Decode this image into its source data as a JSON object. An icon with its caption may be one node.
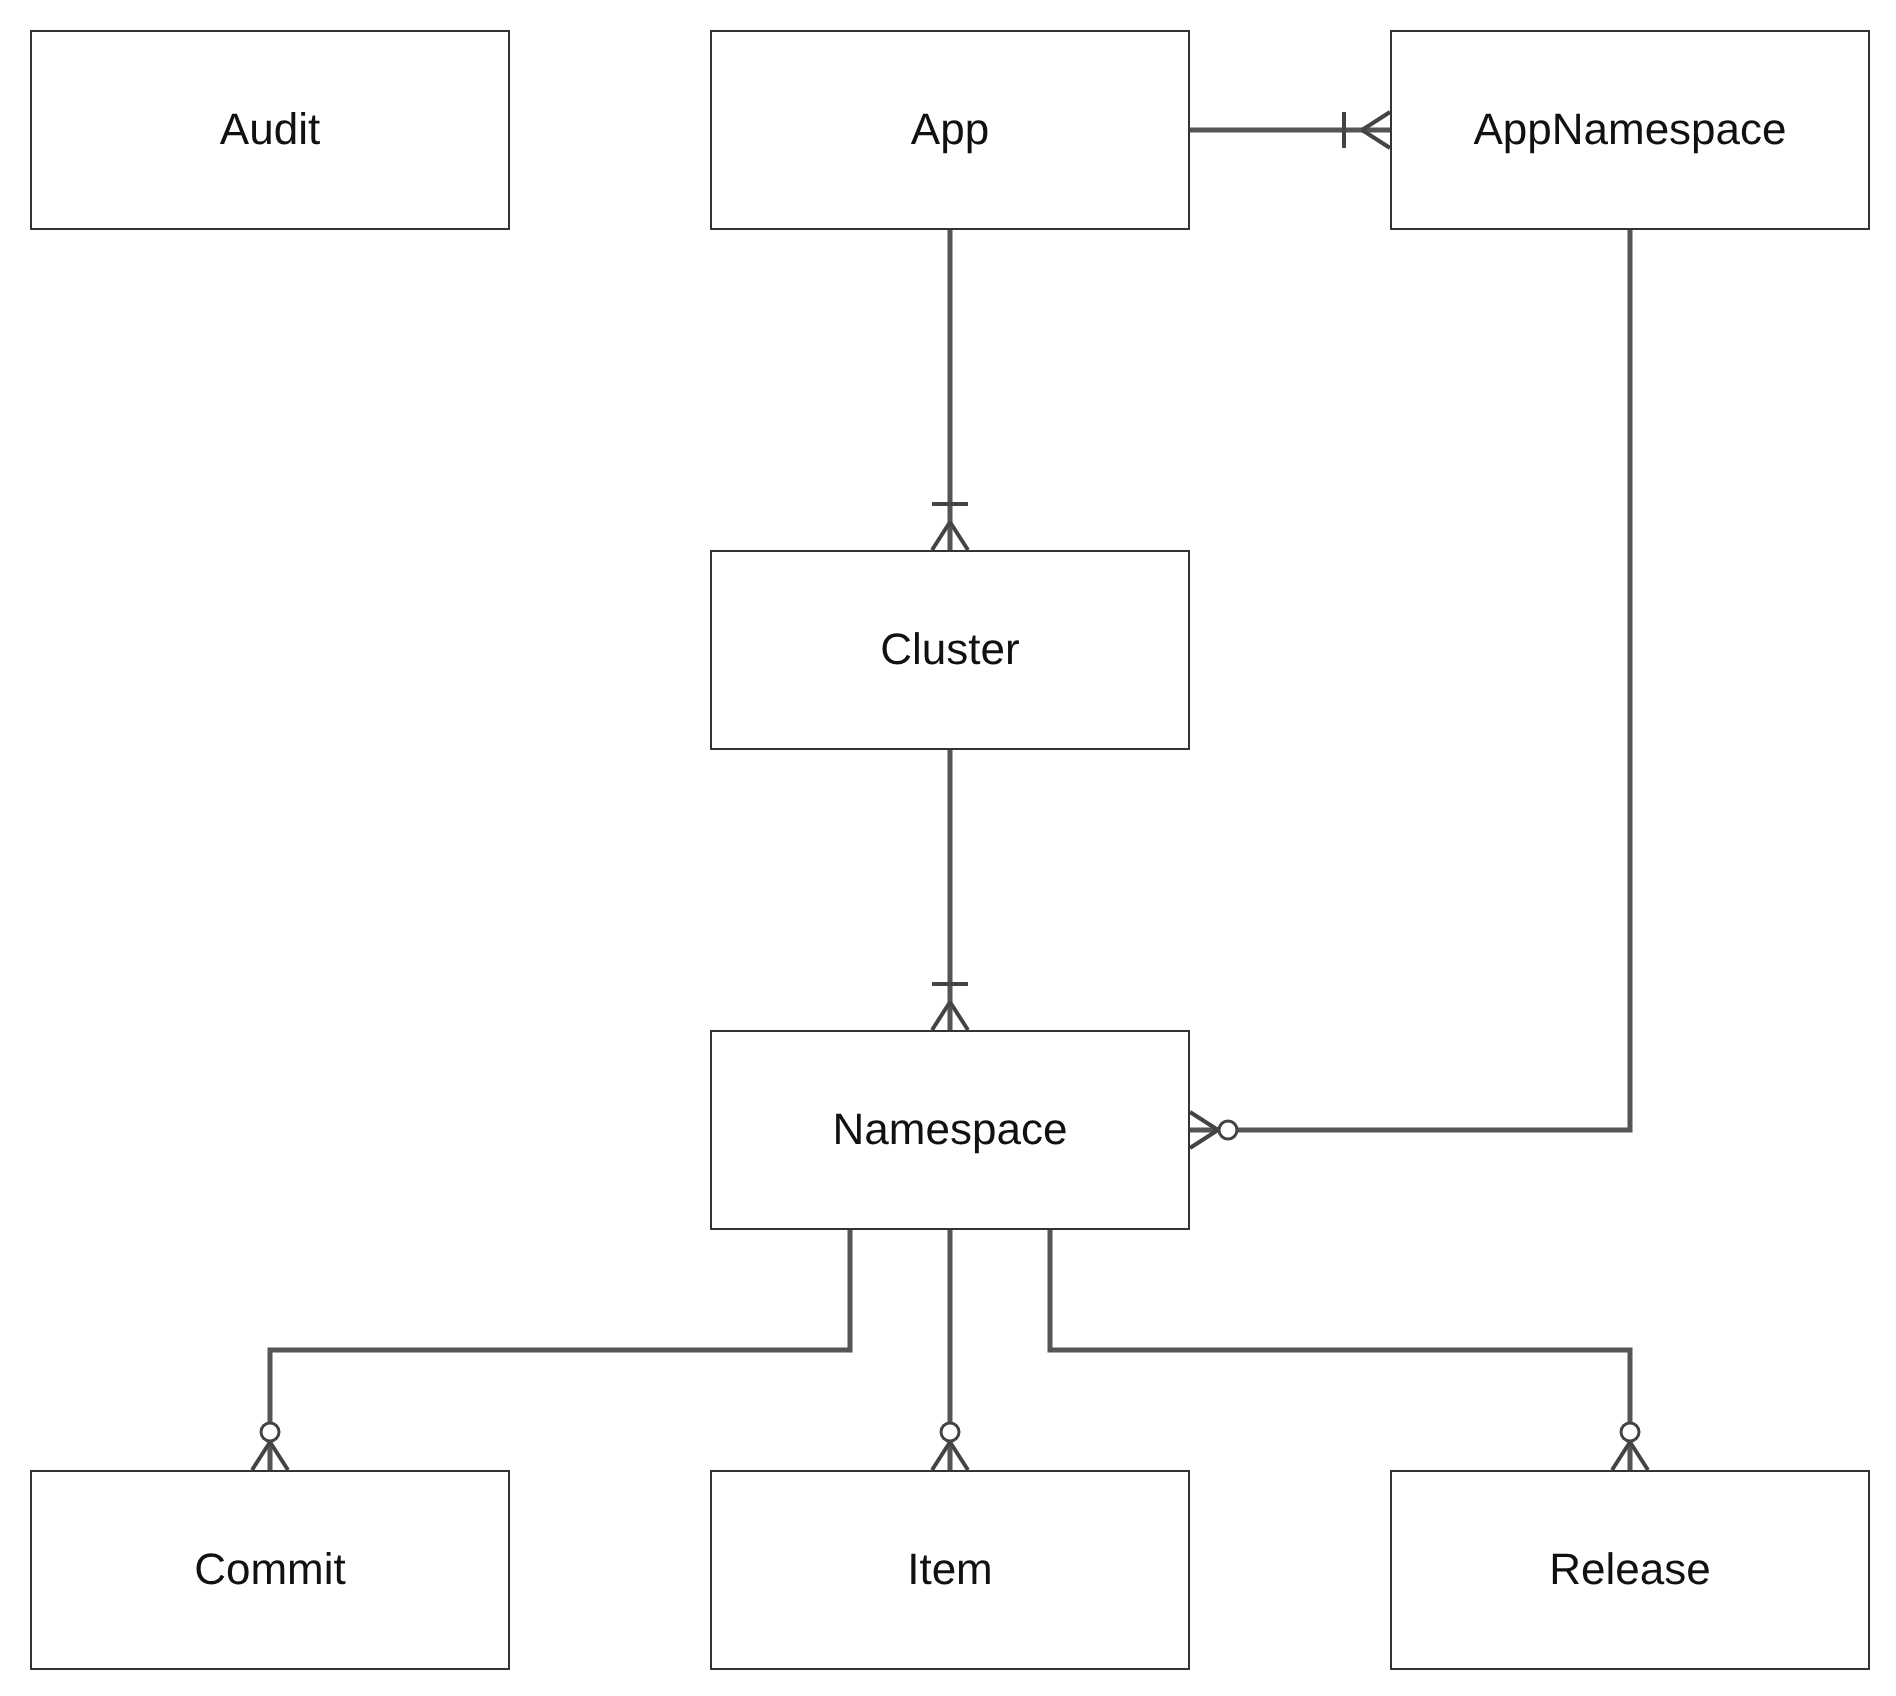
{
  "diagram": {
    "nodes": [
      {
        "text": [
          "Audit"
        ]
      },
      {
        "text": [
          "App"
        ]
      },
      {
        "text": [
          "AppNamespace"
        ]
      },
      {
        "text": [
          "Cluster"
        ]
      },
      {
        "text": [
          "Namespace"
        ]
      },
      {
        "text": [
          "Commit"
        ]
      },
      {
        "text": [
          "Item"
        ]
      },
      {
        "text": [
          "Release"
        ]
      }
    ],
    "edges": [
      {
        "from": 1,
        "to": 2,
        "arrow": "other"
      },
      {
        "from": 1,
        "to": 3,
        "arrow": "other"
      },
      {
        "from": 3,
        "to": 4,
        "arrow": "other"
      },
      {
        "from": 2,
        "to": 4,
        "arrow": "other"
      },
      {
        "from": 4,
        "to": 5,
        "arrow": "other"
      },
      {
        "from": 4,
        "to": 6,
        "arrow": "other"
      },
      {
        "from": 4,
        "to": 7,
        "arrow": "other"
      }
    ]
  }
}
